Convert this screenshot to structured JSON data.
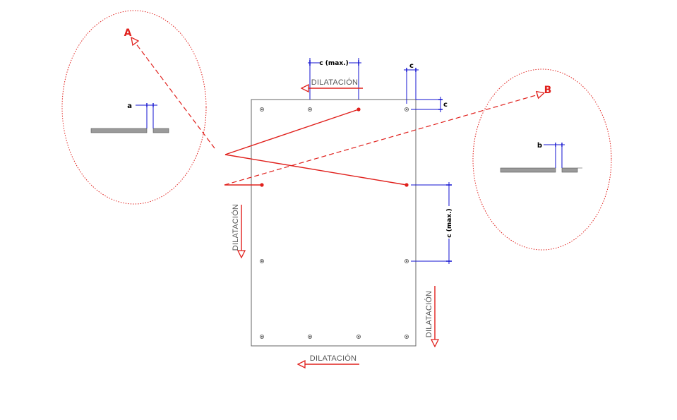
{
  "colors": {
    "panel_outline": "#666666",
    "dimension_blue": "#1010d0",
    "detail_red": "#e0201c",
    "profile_gray": "#9a9a9a",
    "fixing_dot": "#666666"
  },
  "icons": {
    "fixing": "circled-dot-icon",
    "arrow": "open-triangle-arrowhead-icon"
  },
  "detail_a": {
    "letter": "A",
    "dimension_label": "a"
  },
  "detail_b": {
    "letter": "B",
    "dimension_label": "b"
  },
  "dimensions": {
    "top_spacing": "c (max.)",
    "corner_horizontal": "c",
    "corner_vertical": "c",
    "right_spacing": "c (max.)"
  },
  "expansion": {
    "top": "DILATACIÓN",
    "bottom": "DILATACIÓN",
    "left": "DILATACIÓN",
    "right": "DILATACIÓN"
  }
}
